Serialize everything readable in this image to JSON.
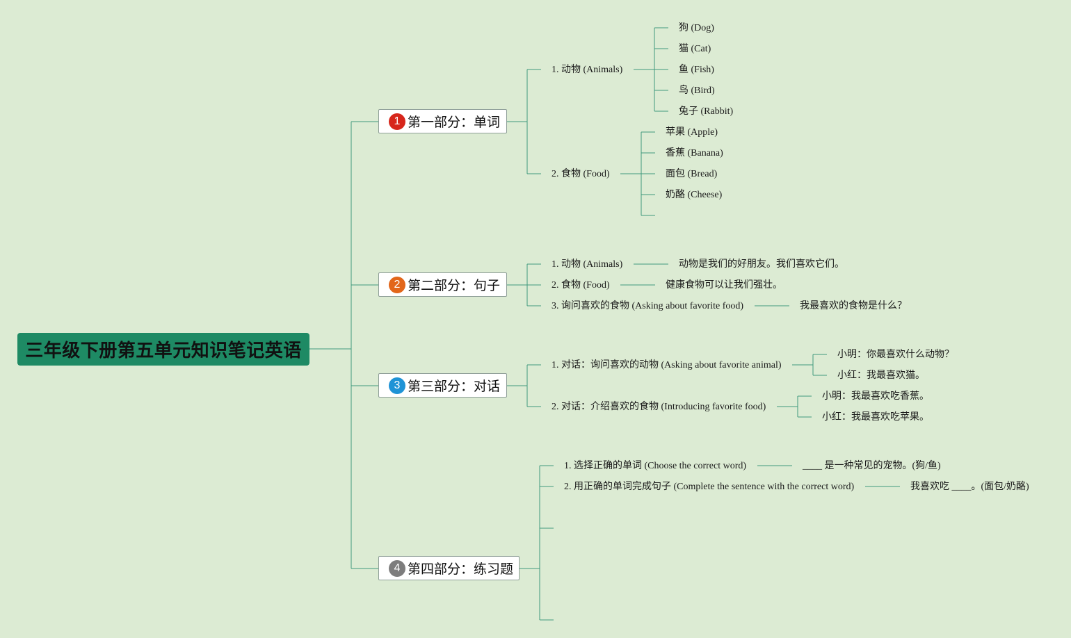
{
  "title": "三年级下册第五单元知识笔记英语",
  "colors": {
    "background": "#dcebd3",
    "root": "#1e8a64",
    "line": "#3f9a7c",
    "badge1": "#d7261b",
    "badge2": "#e2661a",
    "badge3": "#1f93d6",
    "badge4": "#7d7d7d"
  },
  "sections": [
    {
      "num": "1",
      "label": "第一部分：单词",
      "topics": [
        {
          "label": "1. 动物 (Animals)",
          "items": [
            "狗 (Dog)",
            "猫 (Cat)",
            "鱼 (Fish)",
            "鸟 (Bird)",
            "兔子 (Rabbit)"
          ]
        },
        {
          "label": "2. 食物 (Food)",
          "items": [
            "苹果 (Apple)",
            "香蕉 (Banana)",
            "面包 (Bread)",
            "奶酪 (Cheese)"
          ]
        }
      ]
    },
    {
      "num": "2",
      "label": "第二部分：句子",
      "topics": [
        {
          "label": "1. 动物 (Animals)",
          "items": [
            "动物是我们的好朋友。我们喜欢它们。"
          ]
        },
        {
          "label": "2. 食物 (Food)",
          "items": [
            "健康食物可以让我们强壮。"
          ]
        },
        {
          "label": "3. 询问喜欢的食物 (Asking about favorite food)",
          "items": [
            "我最喜欢的食物是什么？"
          ]
        }
      ]
    },
    {
      "num": "3",
      "label": "第三部分：对话",
      "topics": [
        {
          "label": "1. 对话：询问喜欢的动物 (Asking about favorite animal)",
          "items": [
            "小明：你最喜欢什么动物？",
            "小红：我最喜欢猫。"
          ]
        },
        {
          "label": "2. 对话：介绍喜欢的食物 (Introducing favorite food)",
          "items": [
            "小明：我最喜欢吃香蕉。",
            "小红：我最喜欢吃苹果。"
          ]
        }
      ]
    },
    {
      "num": "4",
      "label": "第四部分：练习题",
      "topics": [
        {
          "label": "1. 选择正确的单词 (Choose the correct word)",
          "items": [
            "____ 是一种常见的宠物。(狗/鱼)"
          ]
        },
        {
          "label": "2. 用正确的单词完成句子 (Complete the sentence with the correct word)",
          "items": [
            "我喜欢吃 ____。(面包/奶酪)"
          ]
        }
      ]
    }
  ]
}
